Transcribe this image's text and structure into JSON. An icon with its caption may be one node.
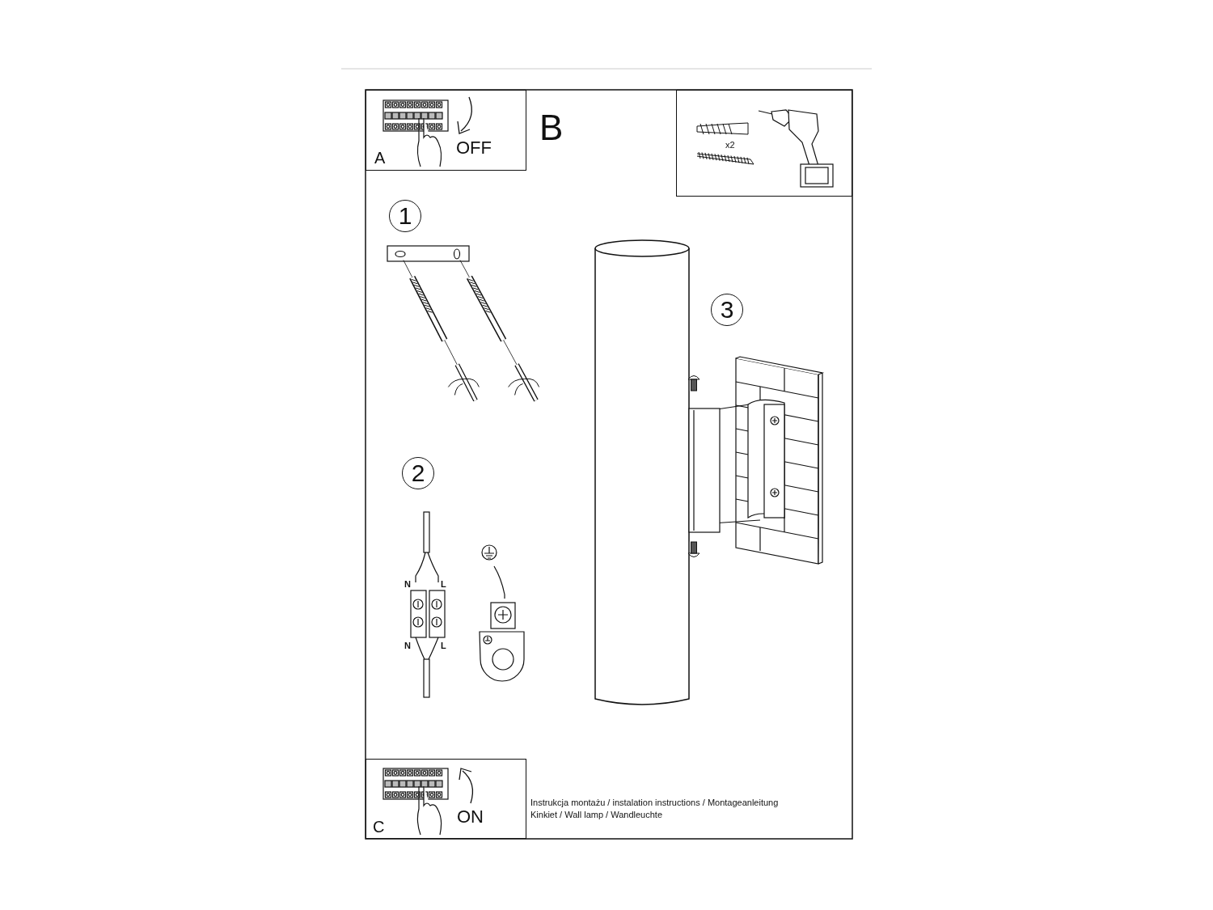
{
  "diagram": {
    "nodes": [
      {
        "text": [
          "A",
          "OFF"
        ]
      },
      {
        "text": [
          "x2"
        ]
      },
      {
        "text": [
          "1"
        ]
      },
      {
        "text": [
          "2"
        ]
      },
      {
        "text": [
          "3"
        ]
      },
      {
        "text": [
          "C",
          "ON"
        ]
      }
    ],
    "labels": [
      "B",
      "N",
      "L",
      "N",
      "L",
      "Instrukcja montażu / instalation instructions / Montageanleitung",
      "Kinkiet / Wall lamp / Wandleuchte"
    ]
  }
}
